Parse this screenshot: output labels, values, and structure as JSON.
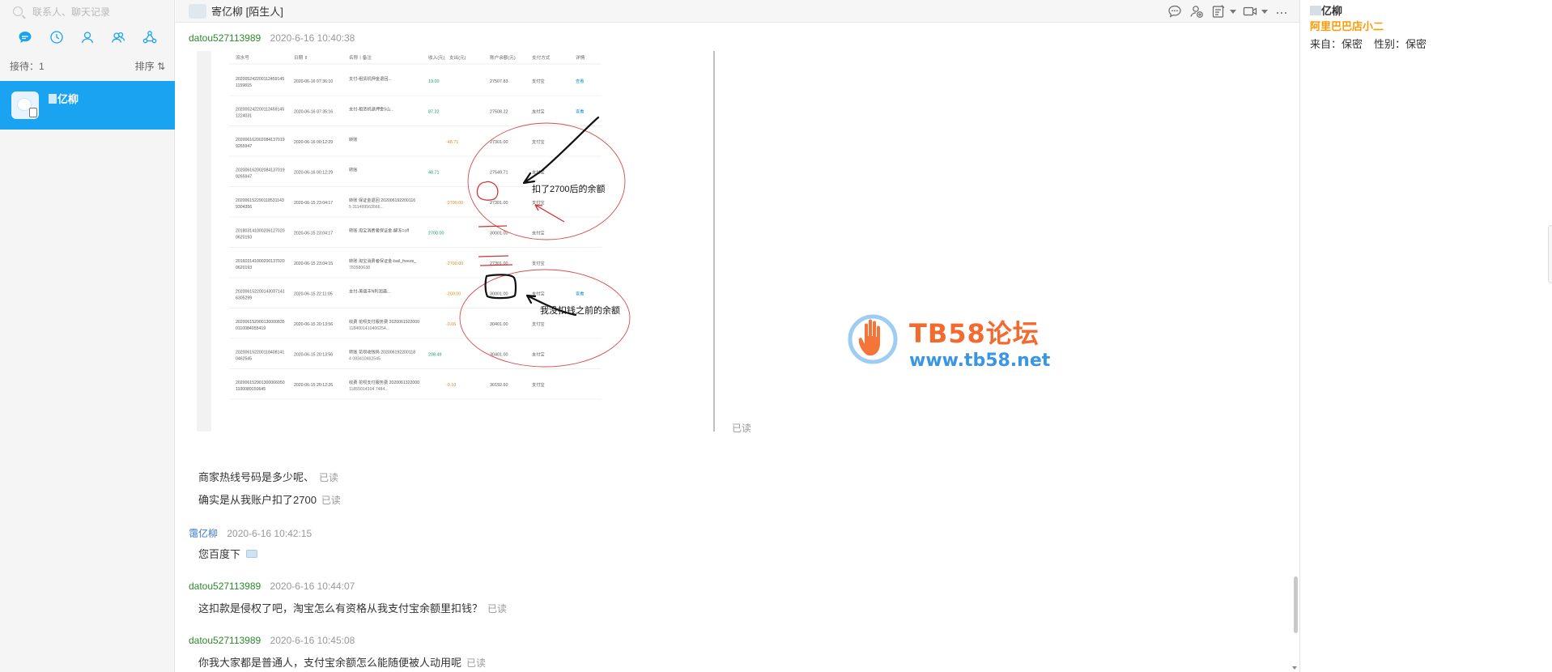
{
  "search": {
    "placeholder": "联系人、聊天记录"
  },
  "left": {
    "queue_label": "接待：1",
    "sort_label": "排序 ⇅",
    "contacts": [
      {
        "name": "亿柳"
      }
    ]
  },
  "header": {
    "contact_name": "寄亿柳",
    "contact_tag": "[陌生人]"
  },
  "messages": [
    {
      "sender": "datou527113989",
      "time": "2020-6-16 10:40:38",
      "type": "image",
      "read": "已读"
    },
    {
      "sender": "",
      "time": "",
      "text": "商家热线号码是多少呢、",
      "read": "已读"
    },
    {
      "sender": "",
      "time": "",
      "text": "确实是从我账户扣了2700",
      "read": "已读"
    },
    {
      "sender": "霭亿柳",
      "time": "2020-6-16 10:42:15",
      "text": "您百度下",
      "read": ""
    },
    {
      "sender": "datou527113989",
      "time": "2020-6-16 10:44:07",
      "text": "这扣款是侵权了吧，淘宝怎么有资格从我支付宝余额里扣钱？",
      "read": "已读"
    },
    {
      "sender": "datou527113989",
      "time": "2020-6-16 10:45:08",
      "text": "你我大家都是普通人，支付宝余额怎么能随便被人动用呢",
      "read": "已读"
    }
  ],
  "screenshot_table": {
    "headers": [
      "流水号",
      "日期 ⇕",
      "名称丨备注",
      "收入(元)",
      "支出(元)",
      "账户余额(元)",
      "支付方式",
      "详情"
    ],
    "rows": [
      [
        "20200524220011245914​51159815",
        "2020-06-16 07:36:10",
        "支付-租赁机押金退回...",
        "19.00",
        "",
        "27507.83",
        "支付宝",
        "查看"
      ],
      [
        "202005242200112459145​1224031",
        "2020-06-16 07:35:16",
        "支付-租赁机退押金5山...",
        "87.22",
        "",
        "27508.22",
        "支付宝",
        "查看"
      ],
      [
        "202006162002084137019​9265947",
        "2020-06-16 00:12:29",
        "转账",
        "",
        "-48.71",
        "27301.00",
        "支付宝",
        ""
      ],
      [
        "202006162002084137019​9265947",
        "2020-06-16 00:12:29",
        "转账",
        "48.71",
        "",
        "27549.71",
        "支付宝",
        ""
      ],
      [
        "202006152290118531143​9304356",
        "2020-06-15 23:04:17",
        "转账 保证金退回 2020061922001165 311499563566...",
        "",
        "-2700.00",
        "27301.00",
        "支付宝",
        ""
      ],
      [
        "201803141000206127020​0620193",
        "2020-06-15 23:04:17",
        "转账 淘宝消费者保证金-解冻=off",
        "2700.00",
        "",
        "30001.00",
        "支付宝",
        ""
      ],
      [
        "201603141000200137020​0620193",
        "2020-06-15 23:04:15",
        "转账 淘宝消费者保证金-bail_freeze_ 783580638",
        "",
        "-2700.00",
        "27301.00",
        "支付宝",
        ""
      ],
      [
        "202006152200143037141​6305299",
        "2020-06-15 22:11:05",
        "支付-美德丰N利润遇...",
        "",
        "-200.00",
        "30001.00",
        "支付宝",
        "查看"
      ],
      [
        "202006152900130000835​0110084055419",
        "2020-06-15 20:13:56",
        "收费 花呗支付服务费 2020061922000 1184001410406254...",
        "",
        "-0.06",
        "30401.00",
        "支付宝",
        ""
      ],
      [
        "202006152200118408141​0462545",
        "2020-06-15 20:13:56",
        "转账 花呗收钱码 2020061922001184 083410462545",
        "208.49",
        "",
        "30401.00",
        "支付宝",
        ""
      ],
      [
        "202006152901300066050​1100089150645",
        "2020-06-15 20:12:26",
        "收费 花呗支付服务费 2020061322000 11855014104 7484...",
        "",
        "-0.10",
        "30192.60",
        "支付宝",
        ""
      ]
    ],
    "annotation_1": "扣了2700后的余额",
    "annotation_2": "我没扣钱之前的余额"
  },
  "watermark": {
    "title": "TB58论坛",
    "url": "www.tb58.net"
  },
  "profile": {
    "name": "亿柳",
    "shop": "阿里巴巴店小二",
    "from_label": "来自：保密",
    "gender_label": "性别：保密"
  },
  "colors": {
    "accent": "#1aa3f0",
    "shop": "#ff9900",
    "sender": "#2a8a2a",
    "agent": "#3a7bc8"
  }
}
